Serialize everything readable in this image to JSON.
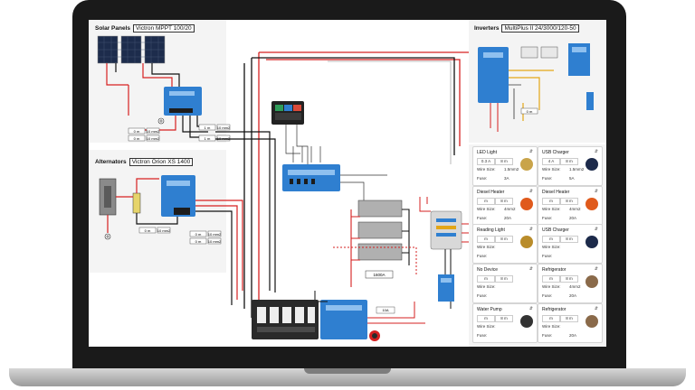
{
  "sections": {
    "solar": {
      "title": "Solar Panels",
      "model": "Victron MPPT 100/20"
    },
    "alternators": {
      "title": "Alternators",
      "model": "Victron Orion XS 1400"
    },
    "inverters": {
      "title": "Inverters",
      "model": "MultiPlus II 24/3000/120-50"
    }
  },
  "wires": {
    "w1": "0 m",
    "w2": "0 m",
    "w3": "10 mm2",
    "w4": "1 m",
    "w5": "10 mm2",
    "w6": "0 m",
    "w7": "10 mm2",
    "shunt": "1600A",
    "fuse": "10A",
    "inv_label": "0 m"
  },
  "loads": [
    {
      "name": "LED Light",
      "v1": "0.3 A",
      "v2": "8 m",
      "wire_label": "Wire Size:",
      "wire": "1.5mm2",
      "fuse_label": "Fuse:",
      "fuse": "3A",
      "icon": "led-light-icon",
      "color": "#c9a44a"
    },
    {
      "name": "USB Charger",
      "v1": "4 A",
      "v2": "8 m",
      "wire_label": "Wire Size:",
      "wire": "1.5mm2",
      "fuse_label": "Fuse:",
      "fuse": "5A",
      "icon": "usb-charger-icon",
      "color": "#1c2a4a"
    },
    {
      "name": "Diesel Heater",
      "v1": "m",
      "v2": "8 m",
      "wire_label": "Wire Size:",
      "wire": "4mm2",
      "fuse_label": "Fuse:",
      "fuse": "20A",
      "icon": "diesel-heater-icon",
      "color": "#e05a1c"
    },
    {
      "name": "Diesel Heater",
      "v1": "m",
      "v2": "8 m",
      "wire_label": "Wire Size:",
      "wire": "4mm2",
      "fuse_label": "Fuse:",
      "fuse": "20A",
      "icon": "diesel-heater-icon",
      "color": "#e05a1c"
    },
    {
      "name": "Reading Light",
      "v1": "m",
      "v2": "8 m",
      "wire_label": "Wire Size:",
      "wire": "",
      "fuse_label": "Fuse:",
      "fuse": "",
      "icon": "reading-light-icon",
      "color": "#b98c2a"
    },
    {
      "name": "USB Charger",
      "v1": "m",
      "v2": "8 m",
      "wire_label": "Wire Size:",
      "wire": "",
      "fuse_label": "Fuse:",
      "fuse": "",
      "icon": "usb-charger-icon",
      "color": "#1c2a4a"
    },
    {
      "name": "No Device",
      "v1": "m",
      "v2": "8 m",
      "wire_label": "Wire Size:",
      "wire": "",
      "fuse_label": "Fuse:",
      "fuse": "",
      "icon": "",
      "color": ""
    },
    {
      "name": "Refrigerator",
      "v1": "m",
      "v2": "8 m",
      "wire_label": "Wire Size:",
      "wire": "4mm2",
      "fuse_label": "Fuse:",
      "fuse": "20A",
      "icon": "refrigerator-icon",
      "color": "#8a6a4a"
    },
    {
      "name": "Water Pump",
      "v1": "m",
      "v2": "8 m",
      "wire_label": "Wire Size:",
      "wire": "",
      "fuse_label": "Fuse:",
      "fuse": "",
      "icon": "water-pump-icon",
      "color": "#333333"
    },
    {
      "name": "Refrigerator",
      "v1": "m",
      "v2": "8 m",
      "wire_label": "Wire Size:",
      "wire": "",
      "fuse_label": "Fuse:",
      "fuse": "20A",
      "icon": "refrigerator-icon",
      "color": "#8a6a4a"
    }
  ],
  "colors": {
    "victron_blue": "#2f7fd0",
    "positive": "#d62020",
    "negative": "#111111",
    "ac": "#e3a617",
    "panel_bg": "#f4f4f4"
  }
}
